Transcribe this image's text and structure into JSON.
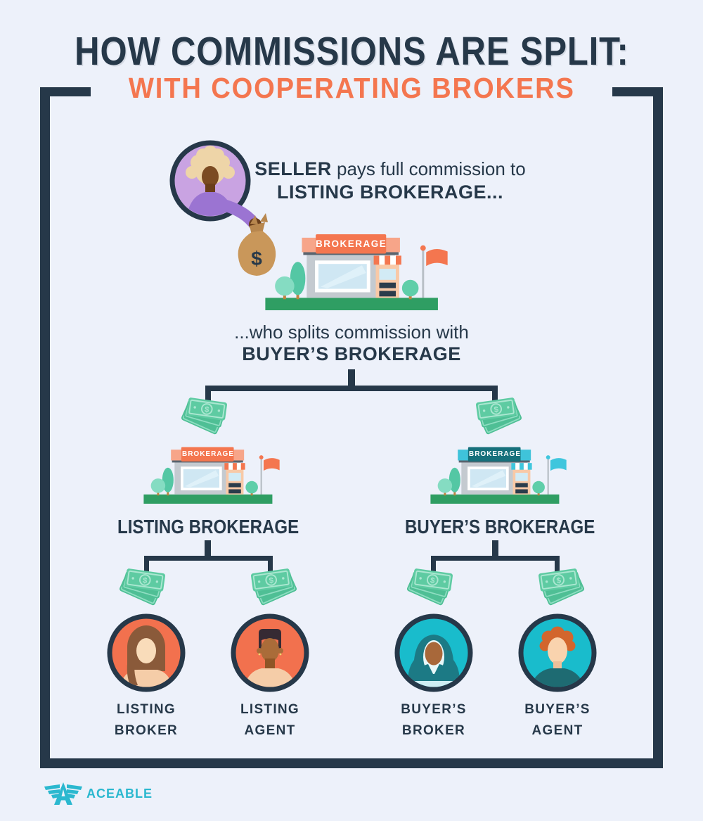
{
  "title": "HOW COMMISSIONS ARE SPLIT:",
  "subtitle": "WITH COOPERATING BROKERS",
  "seller": {
    "line1_bold": "SELLER",
    "line1_rest": "pays full commission to",
    "line2": "LISTING BROKERAGE..."
  },
  "split": {
    "line1": "...who splits commission with",
    "line2": "BUYER’S BROKERAGE"
  },
  "buildings": {
    "sign_text": "BROKERAGE"
  },
  "columns": {
    "listing": {
      "label": "LISTING BROKERAGE"
    },
    "buyers": {
      "label": "BUYER’S BROKERAGE"
    }
  },
  "agents": [
    {
      "line1": "LISTING",
      "line2": "BROKER"
    },
    {
      "line1": "LISTING",
      "line2": "AGENT"
    },
    {
      "line1": "BUYER’S",
      "line2": "BROKER"
    },
    {
      "line1": "BUYER’S",
      "line2": "AGENT"
    }
  ],
  "logo": {
    "text": "ACEABLE"
  },
  "icons": {
    "dollar_sign": "$",
    "seller_avatar": "person-with-money-bag",
    "money": "cash-stack",
    "building": "brokerage-storefront",
    "logo_mark": "winged-a"
  },
  "colors": {
    "background": "#edf1fa",
    "navy": "#263849",
    "orange": "#f4764f",
    "orange_light": "#f7a589",
    "teal_sign": "#16707b",
    "cyan": "#3fc3da",
    "logo_teal": "#2bb8cf",
    "money_green": "#5ecba2",
    "ground_green": "#2f9e63",
    "seller_purple": "#c9a3e2",
    "seller_purple_dark": "#9b74d2"
  }
}
